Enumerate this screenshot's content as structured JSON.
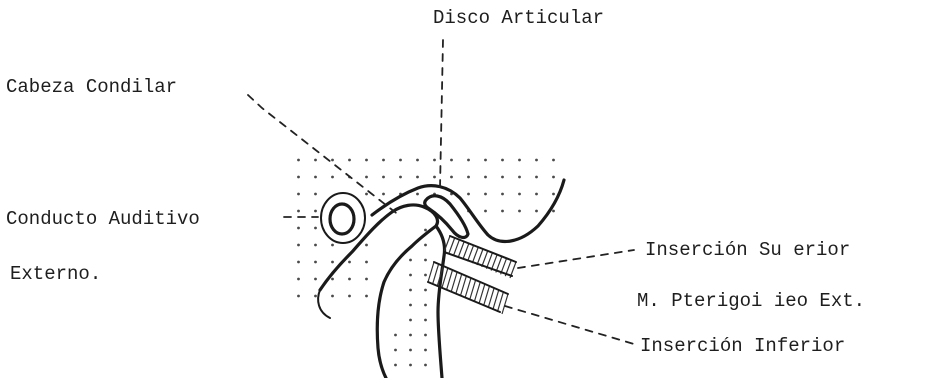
{
  "labels": {
    "disco_articular": "Disco Articular",
    "cabeza_condilar": "Cabeza Condilar",
    "conducto_auditivo_line1": "Conducto Auditivo",
    "conducto_auditivo_line2": "Externo.",
    "insercion_superior": "Inserción Su erior",
    "pterigoideo": "M. Pterigoi ieo Ext.",
    "insercion_inferior": "Inserción Inferior"
  }
}
